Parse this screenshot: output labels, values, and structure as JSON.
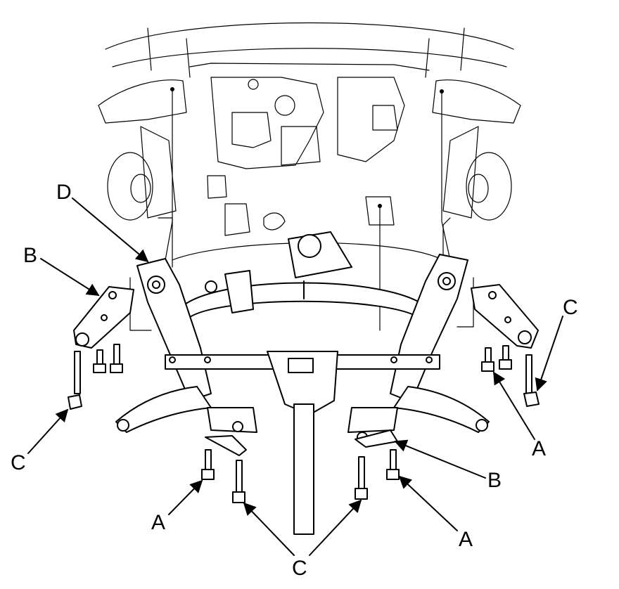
{
  "figure": {
    "background": "#ffffff",
    "ink": "#000000",
    "callouts": {
      "A_left": "A",
      "A_right_mid": "A",
      "A_right_low": "A",
      "B_left": "B",
      "B_right": "B",
      "C_left": "C",
      "C_right": "C",
      "C_bottom": "C",
      "D": "D"
    }
  }
}
